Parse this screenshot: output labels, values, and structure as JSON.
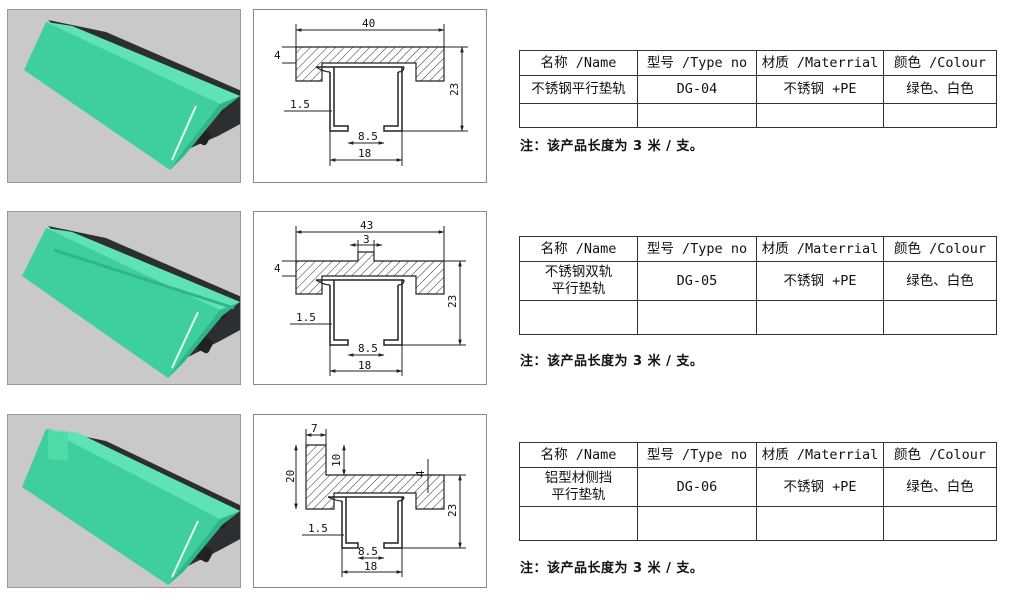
{
  "columns": [
    "名称 /Name",
    "型号 /Type no",
    "材质 /Materrial",
    "颜色 /Colour"
  ],
  "products": [
    {
      "name": "不锈钢平行垫轨",
      "type_no": "DG-04",
      "material": "不锈钢 +PE",
      "colour": "绿色、白色",
      "note": "注：该产品长度为 3 米 / 支。",
      "dims": {
        "w": "40",
        "t": "4",
        "h": "23",
        "lip": "1.5",
        "slot": "8.5",
        "base": "18"
      }
    },
    {
      "name": "不锈钢双轨平行垫轨",
      "name_lines": [
        "不锈钢双轨",
        "平行垫轨"
      ],
      "type_no": "DG-05",
      "material": "不锈钢 +PE",
      "colour": "绿色、白色",
      "note": "注：该产品长度为 3 米 / 支。",
      "dims": {
        "w": "43",
        "rib": "3",
        "t": "4",
        "h": "23",
        "lip": "1.5",
        "slot": "8.5",
        "base": "18"
      }
    },
    {
      "name": "铝型材侧挡平行垫轨",
      "name_lines": [
        "铝型材侧挡",
        "平行垫轨"
      ],
      "type_no": "DG-06",
      "material": "不锈钢 +PE",
      "colour": "绿色、白色",
      "note": "注：该产品长度为 3 米 / 支。",
      "dims": {
        "side_w": "7",
        "side_h": "20",
        "side_in": "10",
        "t": "4",
        "h": "23",
        "lip": "1.5",
        "slot": "8.5",
        "base": "18"
      }
    }
  ],
  "colors": {
    "pe_green": "#3fcf9f",
    "rail_dark": "#2b2f31",
    "photo_bg": "#c9c9c9"
  }
}
